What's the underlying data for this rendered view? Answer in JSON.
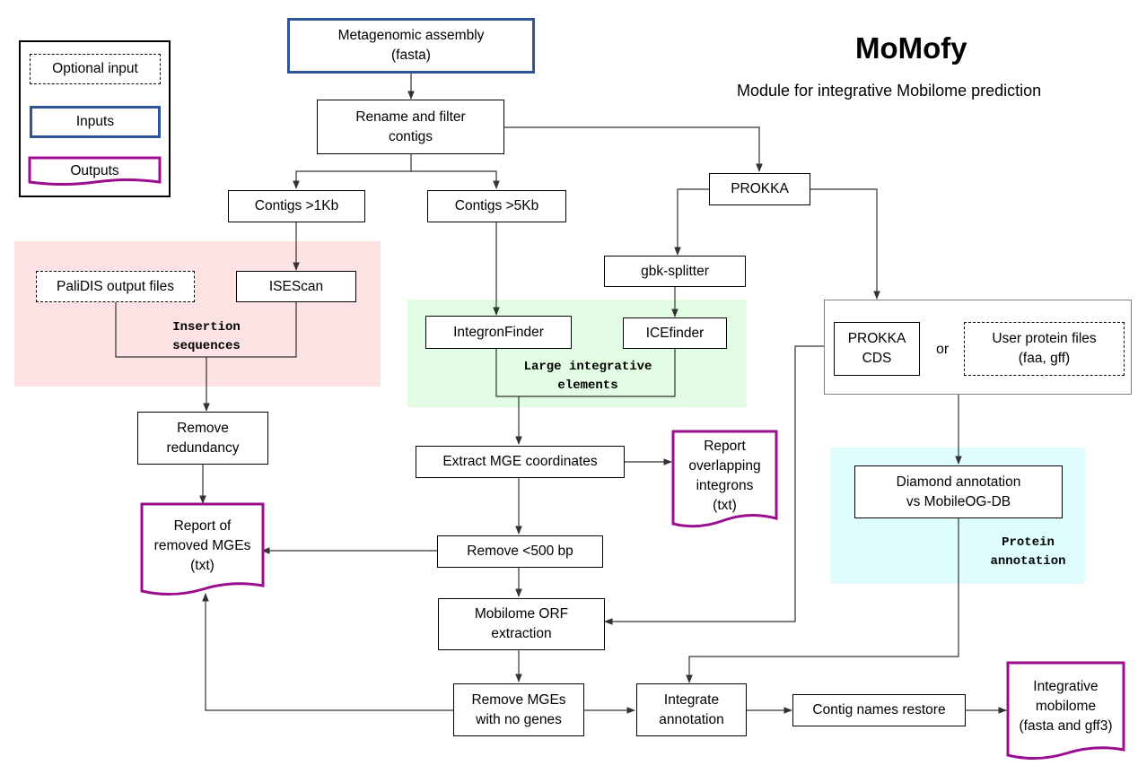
{
  "title": "MoMofy",
  "subtitle": "Module for integrative Mobilome prediction",
  "legend": {
    "optional_input": "Optional input",
    "inputs": "Inputs",
    "outputs": "Outputs"
  },
  "colors": {
    "input_border": "#2f5597",
    "output_border": "#9b0e8f",
    "insertion_region": "#fde3e3",
    "integrative_region": "#e2fde3",
    "protein_region": "#e0fdfd",
    "container_border": "#7f7f7f"
  },
  "nodes": {
    "metagenomic_assembly": "Metagenomic assembly\n(fasta)",
    "rename_filter": "Rename and filter\ncontigs",
    "prokka": "PROKKA",
    "contigs_1kb": "Contigs >1Kb",
    "contigs_5kb": "Contigs >5Kb",
    "gbk_splitter": "gbk-splitter",
    "palidis": "PaliDIS output files",
    "isescan": "ISEScan",
    "integronfinder": "IntegronFinder",
    "icefinder": "ICEfinder",
    "prokka_cds": "PROKKA\nCDS",
    "or": "or",
    "user_protein": "User protein files\n(faa, gff)",
    "remove_redundancy": "Remove\nredundancy",
    "extract_mge": "Extract MGE coordinates",
    "diamond": "Diamond annotation\nvs MobileOG-DB",
    "remove_500": "Remove <500 bp",
    "mobilome_orf": "Mobilome ORF\nextraction",
    "remove_mges": "Remove MGEs\nwith no genes",
    "integrate_annotation": "Integrate\nannotation",
    "contig_names": "Contig names restore"
  },
  "outputs": {
    "report_overlapping": "Report\noverlapping\nintegrons\n(txt)",
    "report_removed": "Report of\nremoved MGEs\n(txt)",
    "integrative_mobilome": "Integrative\nmobilome\n(fasta and gff3)"
  },
  "regions": {
    "insertion_sequences": "Insertion\nsequences",
    "large_integrative": "Large integrative\nelements",
    "protein_annotation": "Protein\nannotation"
  }
}
